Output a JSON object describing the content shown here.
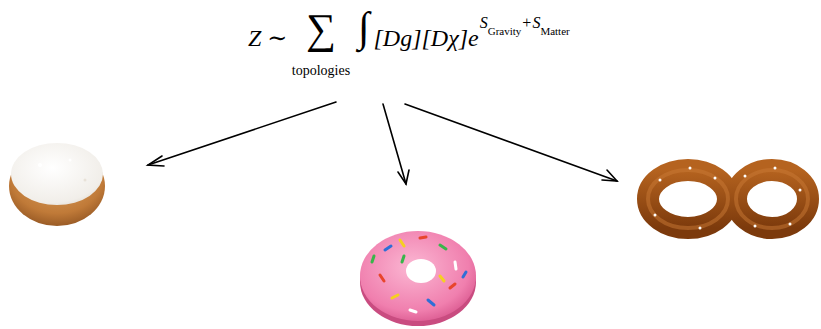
{
  "diagram": {
    "labels": [
      "Z",
      "∼",
      "∑",
      "topologies",
      "∫",
      "[Dg][Dχ]e",
      "S",
      "Gravity",
      "+",
      "S",
      "Matter"
    ]
  }
}
